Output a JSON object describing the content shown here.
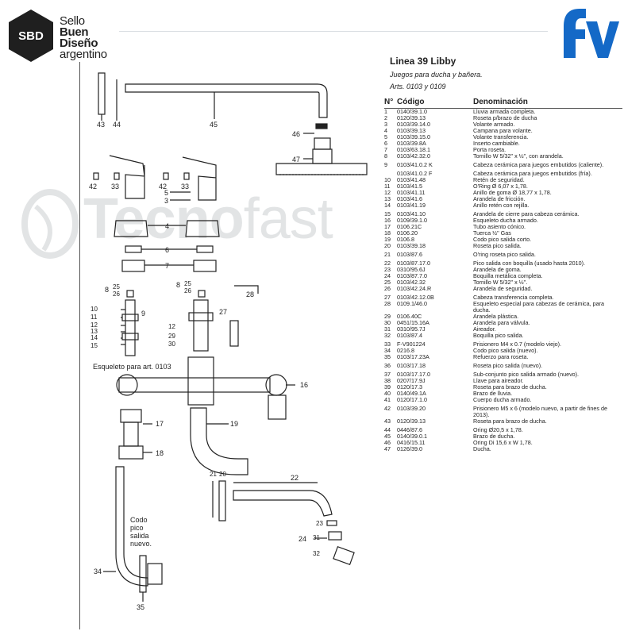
{
  "sbd": {
    "l1": "Sello",
    "l2": "Buen",
    "l3": "Diseño",
    "l4": "argentino",
    "badge": "SBD"
  },
  "brand": {
    "logo": "fv"
  },
  "watermark": {
    "bold": "Tecno",
    "light": "fast"
  },
  "title": {
    "line": "Linea 39 Libby",
    "subtitle": "Juegos para ducha y bañera.",
    "arts": "Arts. 0103 y 0109"
  },
  "table": {
    "headers": {
      "n": "N°",
      "code": "Código",
      "name": "Denominación"
    },
    "rows": [
      {
        "n": "1",
        "code": "0140/39.1.0",
        "name": "Lluvia armada completa."
      },
      {
        "n": "2",
        "code": "0120/39.13",
        "name": "Roseta p/brazo de ducha"
      },
      {
        "n": "3",
        "code": "0103/39.14.0",
        "name": "Volante armado."
      },
      {
        "n": "4",
        "code": "0103/39.13",
        "name": "Campana para volante."
      },
      {
        "n": "5",
        "code": "0103/39.15.0",
        "name": "Volante transferencia."
      },
      {
        "n": "6",
        "code": "0103/39.8A",
        "name": "Inserto cambiable."
      },
      {
        "n": "7",
        "code": "0103/63.18.1",
        "name": "Porta roseta."
      },
      {
        "n": "8",
        "code": "0103/42.32.0",
        "name": "Tornillo W 5/32\" x ½\", con arandela."
      },
      {
        "n": "9",
        "code": "0103/41.0.2 K",
        "name": "Cabeza cerámica para juegos embutidos (caliente)."
      },
      {
        "n": "",
        "code": "0103/41.0.2 F",
        "name": "Cabeza cerámica para juegos embutidos (fría)."
      },
      {
        "n": "10",
        "code": "0103/41.48",
        "name": "Retén de seguridad."
      },
      {
        "n": "11",
        "code": "0103/41.5",
        "name": "O'Ring Ø 6,07 x 1,78."
      },
      {
        "n": "12",
        "code": "0103/41.11",
        "name": "Anillo de goma Ø 18,77 x 1,78."
      },
      {
        "n": "13",
        "code": "0103/41.6",
        "name": "Arandela de fricción."
      },
      {
        "n": "14",
        "code": "0103/41.19",
        "name": "Anillo retén con rejilla."
      },
      {
        "n": "15",
        "code": "0103/41.10",
        "name": "Arandela de cierre para cabeza cerámica."
      },
      {
        "n": "16",
        "code": "0109/39.1.0",
        "name": "Esqueleto ducha armado."
      },
      {
        "n": "17",
        "code": "0106.21C",
        "name": "Tubo asiento cónico."
      },
      {
        "n": "18",
        "code": "0106.20",
        "name": "Tuerca ½\" Gas"
      },
      {
        "n": "19",
        "code": "0106.8",
        "name": "Codo pico salida corto."
      },
      {
        "n": "20",
        "code": "0103/39.18",
        "name": "Roseta pico salida."
      },
      {
        "n": "21",
        "code": "0103/87.6",
        "name": "O'ring roseta pico salida."
      },
      {
        "n": "22",
        "code": "0103/87.17.0",
        "name": "Pico salida con boquilla (usado hasta 2010)."
      },
      {
        "n": "23",
        "code": "0310/95.6J",
        "name": "Arandela de goma."
      },
      {
        "n": "24",
        "code": "0103/87.7.0",
        "name": "Boquilla metálica completa."
      },
      {
        "n": "25",
        "code": "0103/42.32",
        "name": "Tornillo W 5/32\" x ½\"."
      },
      {
        "n": "26",
        "code": "0103/42.24.R",
        "name": "Arandela de seguridad."
      },
      {
        "n": "27",
        "code": "0103/42.12.0B",
        "name": "Cabeza transferencia completa."
      },
      {
        "n": "28",
        "code": "0109.1/46.0",
        "name": "Esqueleto especial para cabezas de cerámica, para ducha."
      },
      {
        "n": "29",
        "code": "0106.40C",
        "name": "Arandela plástica."
      },
      {
        "n": "30",
        "code": "0451/15.16A",
        "name": "Arandela para válvula."
      },
      {
        "n": "31",
        "code": "0310/95.7J",
        "name": "Aireador."
      },
      {
        "n": "32",
        "code": "0103/87.4",
        "name": "Boquilla pico salida."
      },
      {
        "n": "33",
        "code": "F-V901224",
        "name": "Prisionero M4 x 0.7 (modelo viejo)."
      },
      {
        "n": "34",
        "code": "0216.8",
        "name": "Codo pico salida (nuevo)."
      },
      {
        "n": "35",
        "code": "0103/17.23A",
        "name": "Refuerzo para roseta."
      },
      {
        "n": "36",
        "code": "0103/17.18",
        "name": "Roseta pico salida (nuevo)."
      },
      {
        "n": "37",
        "code": "0103/17.17.0",
        "name": "Sub-conjunto pico salida armado (nuevo)."
      },
      {
        "n": "38",
        "code": "0207/17.9J",
        "name": "Llave para aireador."
      },
      {
        "n": "39",
        "code": "0120/17.3",
        "name": "Roseta para brazo de ducha."
      },
      {
        "n": "40",
        "code": "0140/49.1A",
        "name": "Brazo de lluvia."
      },
      {
        "n": "41",
        "code": "0120/17.1.0",
        "name": "Cuerpo ducha armado."
      },
      {
        "n": "42",
        "code": "0103/39.20",
        "name": "Prisionero M5 x 6 (modelo nuevo, a partir de fines de 2013)."
      },
      {
        "n": "43",
        "code": "0120/39.13",
        "name": "Roseta para brazo de ducha."
      },
      {
        "n": "44",
        "code": "0446/87.6",
        "name": "Oring Ø20,5 x 1,78."
      },
      {
        "n": "45",
        "code": "0140/39.0.1",
        "name": "Brazo de ducha."
      },
      {
        "n": "46",
        "code": "0416/15.11",
        "name": "Oring Di 15,6 x W 1,78."
      },
      {
        "n": "47",
        "code": "0126/39.0",
        "name": "Ducha."
      }
    ]
  },
  "diagram": {
    "skeleton_label": "Esqueleto para art. 0103",
    "codo_l1": "Codo",
    "codo_l2": "pico",
    "codo_l3": "salida",
    "codo_l4": "nuevo.",
    "callouts": {
      "c43": "43",
      "c44": "44",
      "c45": "45",
      "c46": "46",
      "c47": "47",
      "c42a": "42",
      "c33a": "33",
      "c42b": "42",
      "c33b": "33",
      "c5": "5",
      "c3": "3",
      "c4": "4",
      "c6": "6",
      "c7": "7",
      "c8a": "8",
      "c25a": "25",
      "c26a": "26",
      "c8b": "8",
      "c25b": "25",
      "c26b": "26",
      "c9": "9",
      "c10": "10",
      "c11": "11",
      "c12": "12",
      "c13": "13",
      "c14": "14",
      "c15": "15",
      "c27": "27",
      "c12b": "12",
      "c29": "29",
      "c30": "30",
      "c28": "28",
      "c16": "16",
      "c17": "17",
      "c18": "18",
      "c19": "19",
      "c21": "21",
      "c20": "20",
      "c22": "22",
      "c23": "23",
      "c31": "31",
      "c24": "24",
      "c32": "32",
      "c34": "34",
      "c35": "35"
    }
  }
}
